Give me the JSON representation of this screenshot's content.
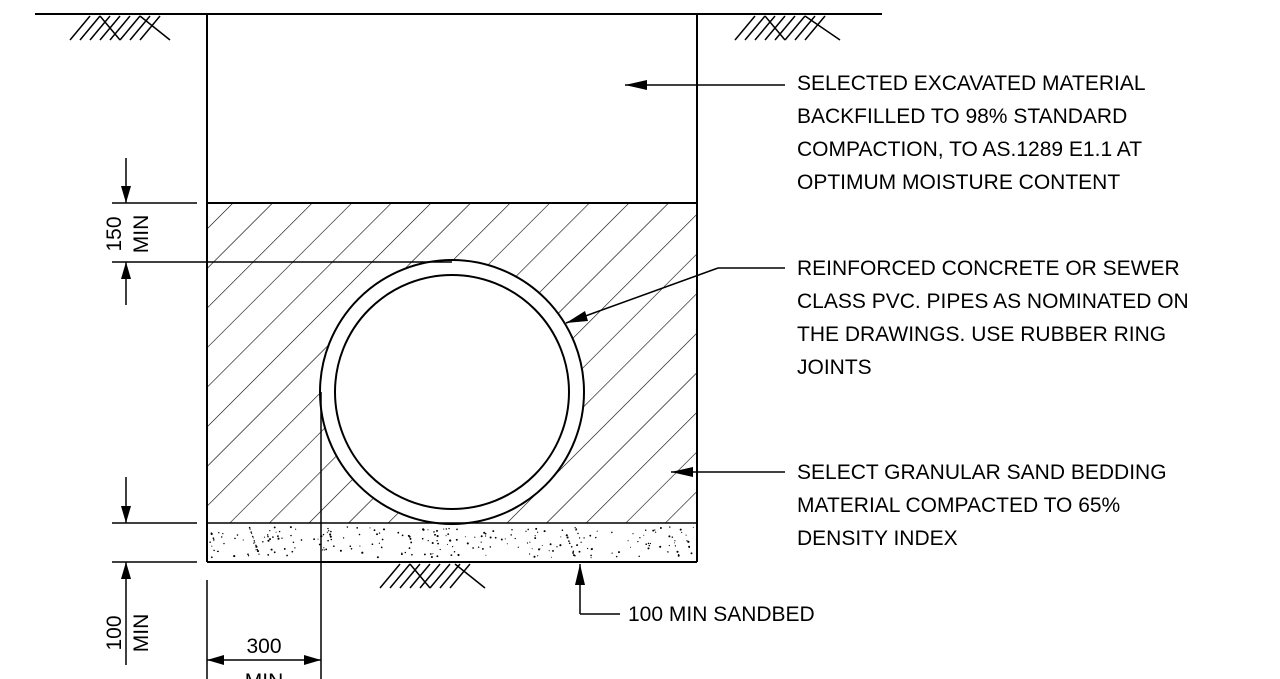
{
  "notes": {
    "backfill": [
      "SELECTED EXCAVATED MATERIAL",
      "BACKFILLED TO 98% STANDARD",
      "COMPACTION, TO AS.1289 E1.1 AT",
      "OPTIMUM MOISTURE CONTENT"
    ],
    "pipe": [
      "REINFORCED CONCRETE OR SEWER",
      "CLASS PVC. PIPES AS NOMINATED ON",
      "THE DRAWINGS. USE RUBBER RING",
      "JOINTS"
    ],
    "bedding": [
      "SELECT GRANULAR SAND BEDDING",
      "MATERIAL COMPACTED TO 65%",
      "DENSITY INDEX"
    ],
    "sandbed": "100 MIN SANDBED"
  },
  "dimensions": {
    "cover": {
      "value": "150",
      "unit": "MIN"
    },
    "sandbed": {
      "value": "100",
      "unit": "MIN"
    },
    "side": {
      "value": "300",
      "unit": "MIN"
    }
  },
  "colors": {
    "line": "#000000",
    "background": "#ffffff"
  }
}
